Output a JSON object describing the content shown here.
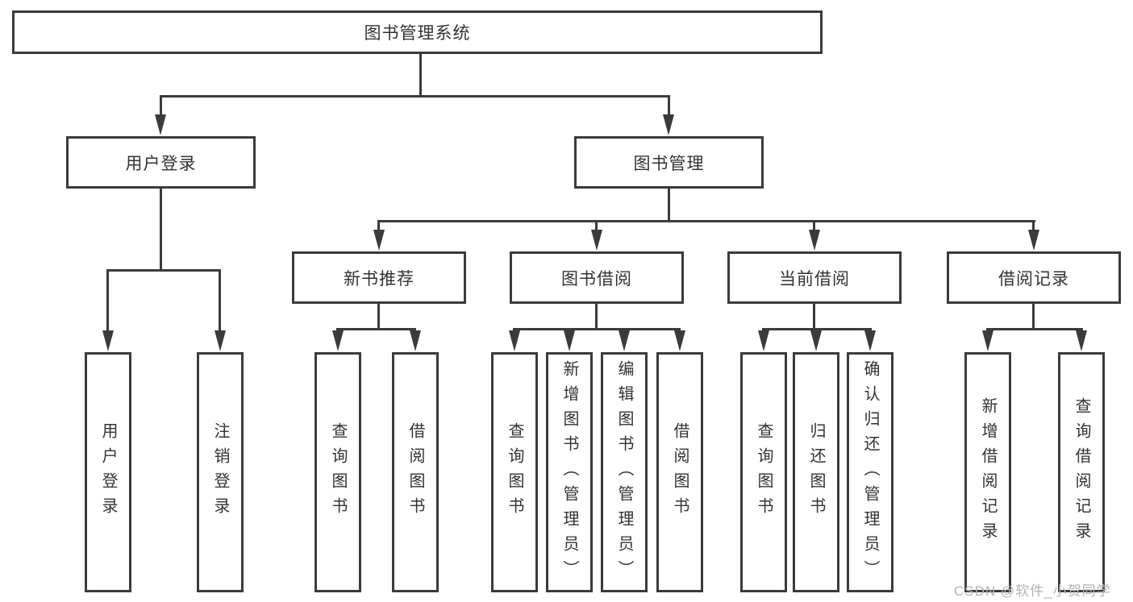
{
  "diagram": {
    "root": {
      "label": "图书管理系统"
    },
    "level2": [
      {
        "id": "user-login",
        "label": "用户登录"
      },
      {
        "id": "book-management",
        "label": "图书管理"
      }
    ],
    "level3": [
      {
        "id": "new-book-recommend",
        "label": "新书推荐"
      },
      {
        "id": "book-borrow",
        "label": "图书借阅"
      },
      {
        "id": "current-borrow",
        "label": "当前借阅"
      },
      {
        "id": "borrow-records",
        "label": "借阅记录"
      }
    ],
    "leaves": {
      "user_login": [
        "用户登录",
        "注销登录"
      ],
      "new_book_recommend": [
        "查询图书",
        "借阅图书"
      ],
      "book_borrow": [
        "查询图书",
        "新增图书（管理员）",
        "编辑图书（管理员）",
        "借阅图书"
      ],
      "current_borrow": [
        "查询图书",
        "归还图书",
        "确认归还（管理员）"
      ],
      "borrow_records": [
        "新增借阅记录",
        "查询借阅记录"
      ]
    },
    "colors": {
      "line": "#3b3b3b",
      "text": "#333333",
      "background": "#ffffff",
      "watermark": "#b3b3b3"
    }
  },
  "watermark": {
    "text": "CSDN @软件_小贺同学"
  }
}
